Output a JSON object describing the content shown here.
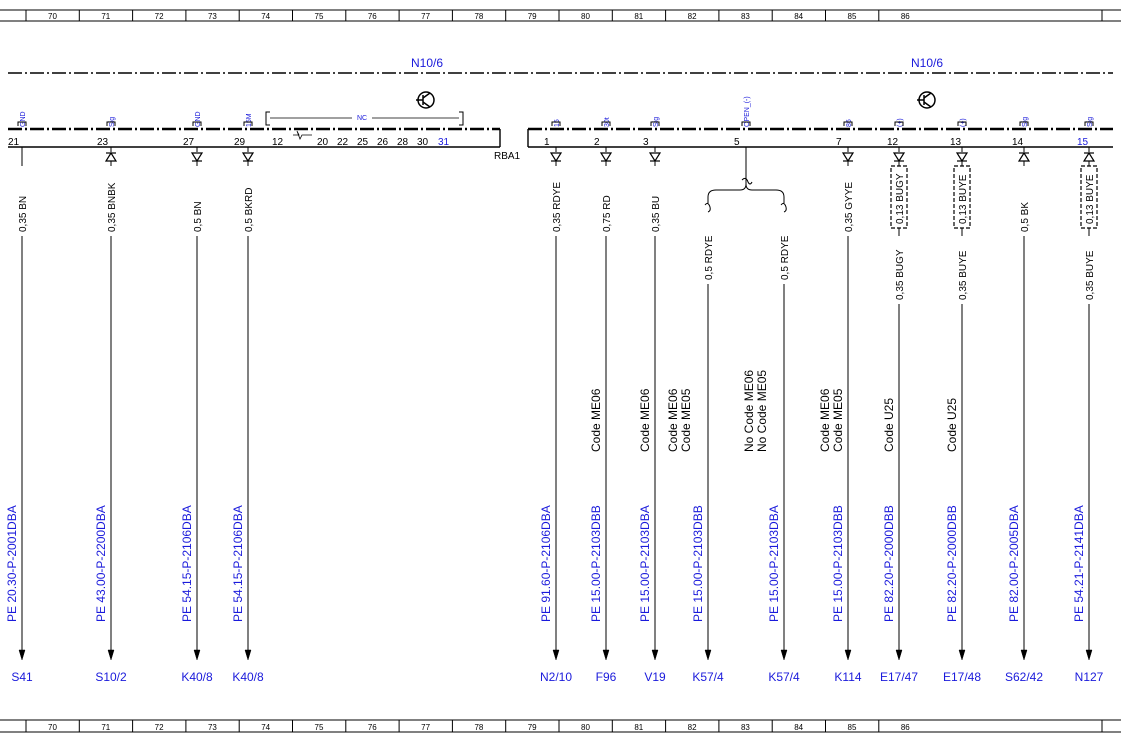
{
  "ruler_top": [
    "70",
    "71",
    "72",
    "73",
    "74",
    "75",
    "76",
    "77",
    "78",
    "79",
    "80",
    "81",
    "82",
    "83",
    "84",
    "85",
    "86"
  ],
  "ruler_bottom": [
    "70",
    "71",
    "72",
    "73",
    "74",
    "75",
    "76",
    "77",
    "78",
    "79",
    "80",
    "81",
    "82",
    "83",
    "84",
    "85",
    "86"
  ],
  "connector_left": {
    "name": "N10/6"
  },
  "connector_right": {
    "name": "N10/6"
  },
  "rba_label": "RBA1",
  "nc_box": {
    "label": "NC",
    "pins": [
      "12",
      "20",
      "22",
      "25",
      "26",
      "28",
      "30",
      "31"
    ]
  },
  "pins_left": [
    {
      "num": "21",
      "signal": "GND",
      "wire": "0,35 BN",
      "ref": "PE 20.30-P-2001DBA",
      "dest": "S41",
      "dir": "none"
    },
    {
      "num": "23",
      "signal": "Sig",
      "wire": "0,35 BNBK",
      "ref": "PE 43.00-P-2200DBA",
      "dest": "S10/2",
      "dir": "in"
    },
    {
      "num": "27",
      "signal": "GND",
      "wire": "0,5 BN",
      "ref": "PE 54.15-P-2106DBA",
      "dest": "K40/8",
      "dir": "out"
    },
    {
      "num": "29",
      "signal": "15M",
      "wire": "0,5 BKRD",
      "ref": "PE 54.15-P-2106DBA",
      "dest": "K40/8",
      "dir": "out"
    }
  ],
  "pins_right": [
    {
      "num": "1",
      "signal": "15",
      "wire": "0,35 RDYE",
      "ref": "PE 91.60-P-2106DBA",
      "dest": "N2/10",
      "code": [],
      "dir": "out"
    },
    {
      "num": "2",
      "signal": "30t",
      "wire": "0,75 RD",
      "ref": "PE 15.00-P-2103DBB",
      "dest": "F96",
      "code": [
        "Code ME06"
      ],
      "dir": "out"
    },
    {
      "num": "3",
      "signal": "Sig",
      "wire": "0,35 BU",
      "ref": "PE 15.00-P-2103DBA",
      "dest": "V19",
      "code": [
        "Code ME06"
      ],
      "dir": "out"
    },
    {
      "num": "5",
      "signal": "OPEN_(-)",
      "wire": "",
      "ref": "",
      "dest": "",
      "code": [],
      "dir": "none"
    },
    {
      "num": "7",
      "signal": "86",
      "wire": "0,35 GYYE",
      "ref": "PE 15.00-P-2103DBB",
      "dest": "K114",
      "code": [
        "Code ME06",
        "Code ME05"
      ],
      "dir": "out"
    },
    {
      "num": "12",
      "signal": "(+)",
      "wire": "0,35 BUGY",
      "wire_alt": "0,13 BUGY",
      "ref": "PE 82.20-P-2000DBB",
      "dest": "E17/47",
      "code": [
        "Code U25"
      ],
      "dir": "out"
    },
    {
      "num": "13",
      "signal": "(+)",
      "wire": "0,35 BUYE",
      "wire_alt": "0,13 BUYE",
      "ref": "PE 82.20-P-2000DBB",
      "dest": "E17/48",
      "code": [
        "Code U25"
      ],
      "dir": "out"
    },
    {
      "num": "14",
      "signal": "Sig",
      "wire": "0,5 BK",
      "ref": "PE 82.00-P-2005DBA",
      "dest": "S62/42",
      "code": [],
      "dir": "in"
    },
    {
      "num": "15",
      "signal": "Sig",
      "wire": "0,35 BUYE",
      "wire_alt": "0,13 BUYE",
      "ref": "PE 54.21-P-2141DBA",
      "dest": "N127",
      "code": [],
      "dir": "in"
    }
  ],
  "branch_pin5": [
    {
      "wire": "0,5 RDYE",
      "ref": "PE 15.00-P-2103DBB",
      "dest": "K57/4",
      "code": [
        "Code ME06",
        "Code ME05"
      ]
    },
    {
      "wire": "0,5 RDYE",
      "ref": "PE 15.00-P-2103DBA",
      "dest": "K57/4",
      "code": [
        "No  Code ME06",
        "No  Code ME05"
      ]
    }
  ],
  "colors": {
    "blue": "#1a1adb",
    "black": "#000000"
  }
}
